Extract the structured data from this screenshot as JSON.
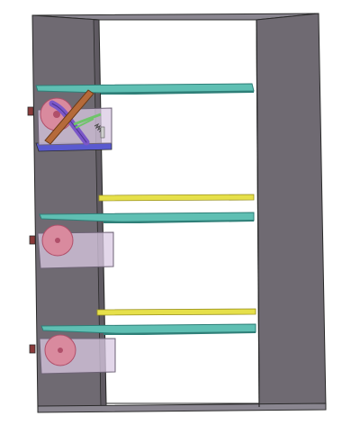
{
  "colors": {
    "background": "#ffffff",
    "cabinet_panel": "#6f6a72",
    "cabinet_panel_dark": "#5f5a62",
    "cabinet_inner_back": "#ffffff",
    "cabinet_edge": "#8a8690",
    "outline": "#2a2a2a",
    "shelf_teal": "#5fbfb3",
    "shelf_teal_dark": "#2f7f78",
    "rod_yellow": "#e6e04a",
    "rod_yellow_dark": "#9a9220",
    "pulley_pink": "#d98a9e",
    "pulley_pink_dark": "#b04f6a",
    "bin_glass": "#d9c9e3",
    "bin_glass_edge": "#6d6275",
    "bin_base_blue": "#5a5ad0",
    "arm_brown": "#b56a3a",
    "arm_purple": "#7b57c8",
    "spring_green": "#6fc46a",
    "knob_red": "#8a3a3a"
  },
  "icons": {
    "cabinet": "cabinet-frame-icon",
    "shelf": "shelf-plank-icon",
    "rod": "support-rod-icon",
    "pulley": "pulley-wheel-icon",
    "bin": "drawer-bin-icon",
    "knob": "handle-knob-icon",
    "mechanism": "scissor-lift-mechanism-icon"
  },
  "counts": {
    "shelves": 3,
    "drawer_bins": 3,
    "support_rods": 2
  }
}
